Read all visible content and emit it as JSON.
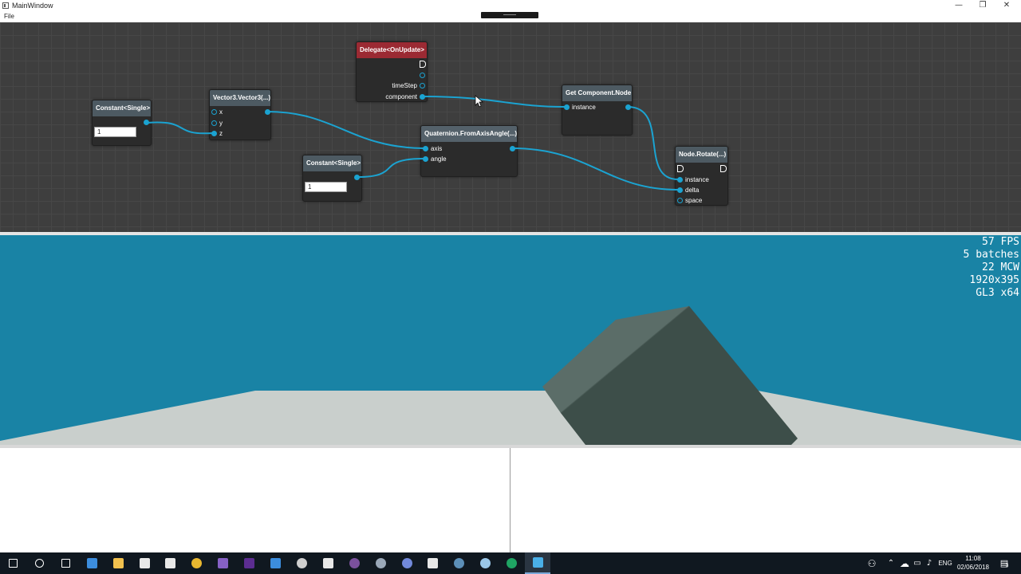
{
  "window": {
    "title": "MainWindow",
    "menu": {
      "file": "File"
    },
    "controls": {
      "minimize": "—",
      "restore": "❐",
      "close": "✕"
    }
  },
  "graph": {
    "nodes": {
      "constant_1": {
        "title": "Constant<Single>",
        "value": "1"
      },
      "vector3": {
        "title": "Vector3.Vector3(...)",
        "ports": [
          "x",
          "y",
          "z"
        ]
      },
      "delegate": {
        "title": "Delegate<OnUpdate>",
        "ports": [
          "timeStep",
          "component"
        ]
      },
      "get_component": {
        "title": "Get Component.Node",
        "ports": [
          "instance"
        ]
      },
      "constant_2": {
        "title": "Constant<Single>",
        "value": "1"
      },
      "quaternion": {
        "title": "Quaternion.FromAxisAngle(...)",
        "ports": [
          "axis",
          "angle"
        ]
      },
      "node_rotate": {
        "title": "Node.Rotate(...)",
        "ports": [
          "instance",
          "delta",
          "space"
        ]
      }
    },
    "wire_color": "#1ba3d1"
  },
  "viewport": {
    "stats": [
      "57 FPS",
      "5 batches",
      "22 MCW",
      "1920x395",
      "GL3 x64"
    ],
    "sky_color": "#1983a5",
    "ground_color": "#c9cfcc",
    "box_colors": {
      "top": "#5b6d68",
      "front": "#3d4e49"
    }
  },
  "taskbar": {
    "icons": [
      {
        "name": "windows-start-icon",
        "color": "#ffffff"
      },
      {
        "name": "search-icon",
        "color": "#ffffff"
      },
      {
        "name": "task-view-icon",
        "color": "#ffffff"
      },
      {
        "name": "edge-icon",
        "color": "#3c8ddd"
      },
      {
        "name": "file-explorer-icon",
        "color": "#f2c14e"
      },
      {
        "name": "store-icon",
        "color": "#e8e8e8"
      },
      {
        "name": "mail-icon",
        "color": "#e8e8e8"
      },
      {
        "name": "chrome-icon",
        "color": "#e8b730"
      },
      {
        "name": "visual-studio-purple-icon",
        "color": "#8661c5"
      },
      {
        "name": "visual-studio-icon",
        "color": "#5c2d91"
      },
      {
        "name": "calendar-grid-icon",
        "color": "#3c8ddd"
      },
      {
        "name": "obs-icon",
        "color": "#cfcfcf"
      },
      {
        "name": "unity-icon",
        "color": "#e8e8e8"
      },
      {
        "name": "viber-icon",
        "color": "#7b519d"
      },
      {
        "name": "app-circle-icon",
        "color": "#9aa8b8"
      },
      {
        "name": "discord-icon",
        "color": "#7289da"
      },
      {
        "name": "epic-games-icon",
        "color": "#e8e8e8"
      },
      {
        "name": "steam-icon",
        "color": "#5c8fb8"
      },
      {
        "name": "globe-icon",
        "color": "#9ac7e8"
      },
      {
        "name": "hangouts-icon",
        "color": "#1fa463"
      },
      {
        "name": "main-window-app-icon",
        "color": "#4ab0e8"
      }
    ],
    "tray": {
      "language": "ENG",
      "time": "11:08",
      "date": "02/06/2018",
      "notification_count": "3"
    }
  }
}
